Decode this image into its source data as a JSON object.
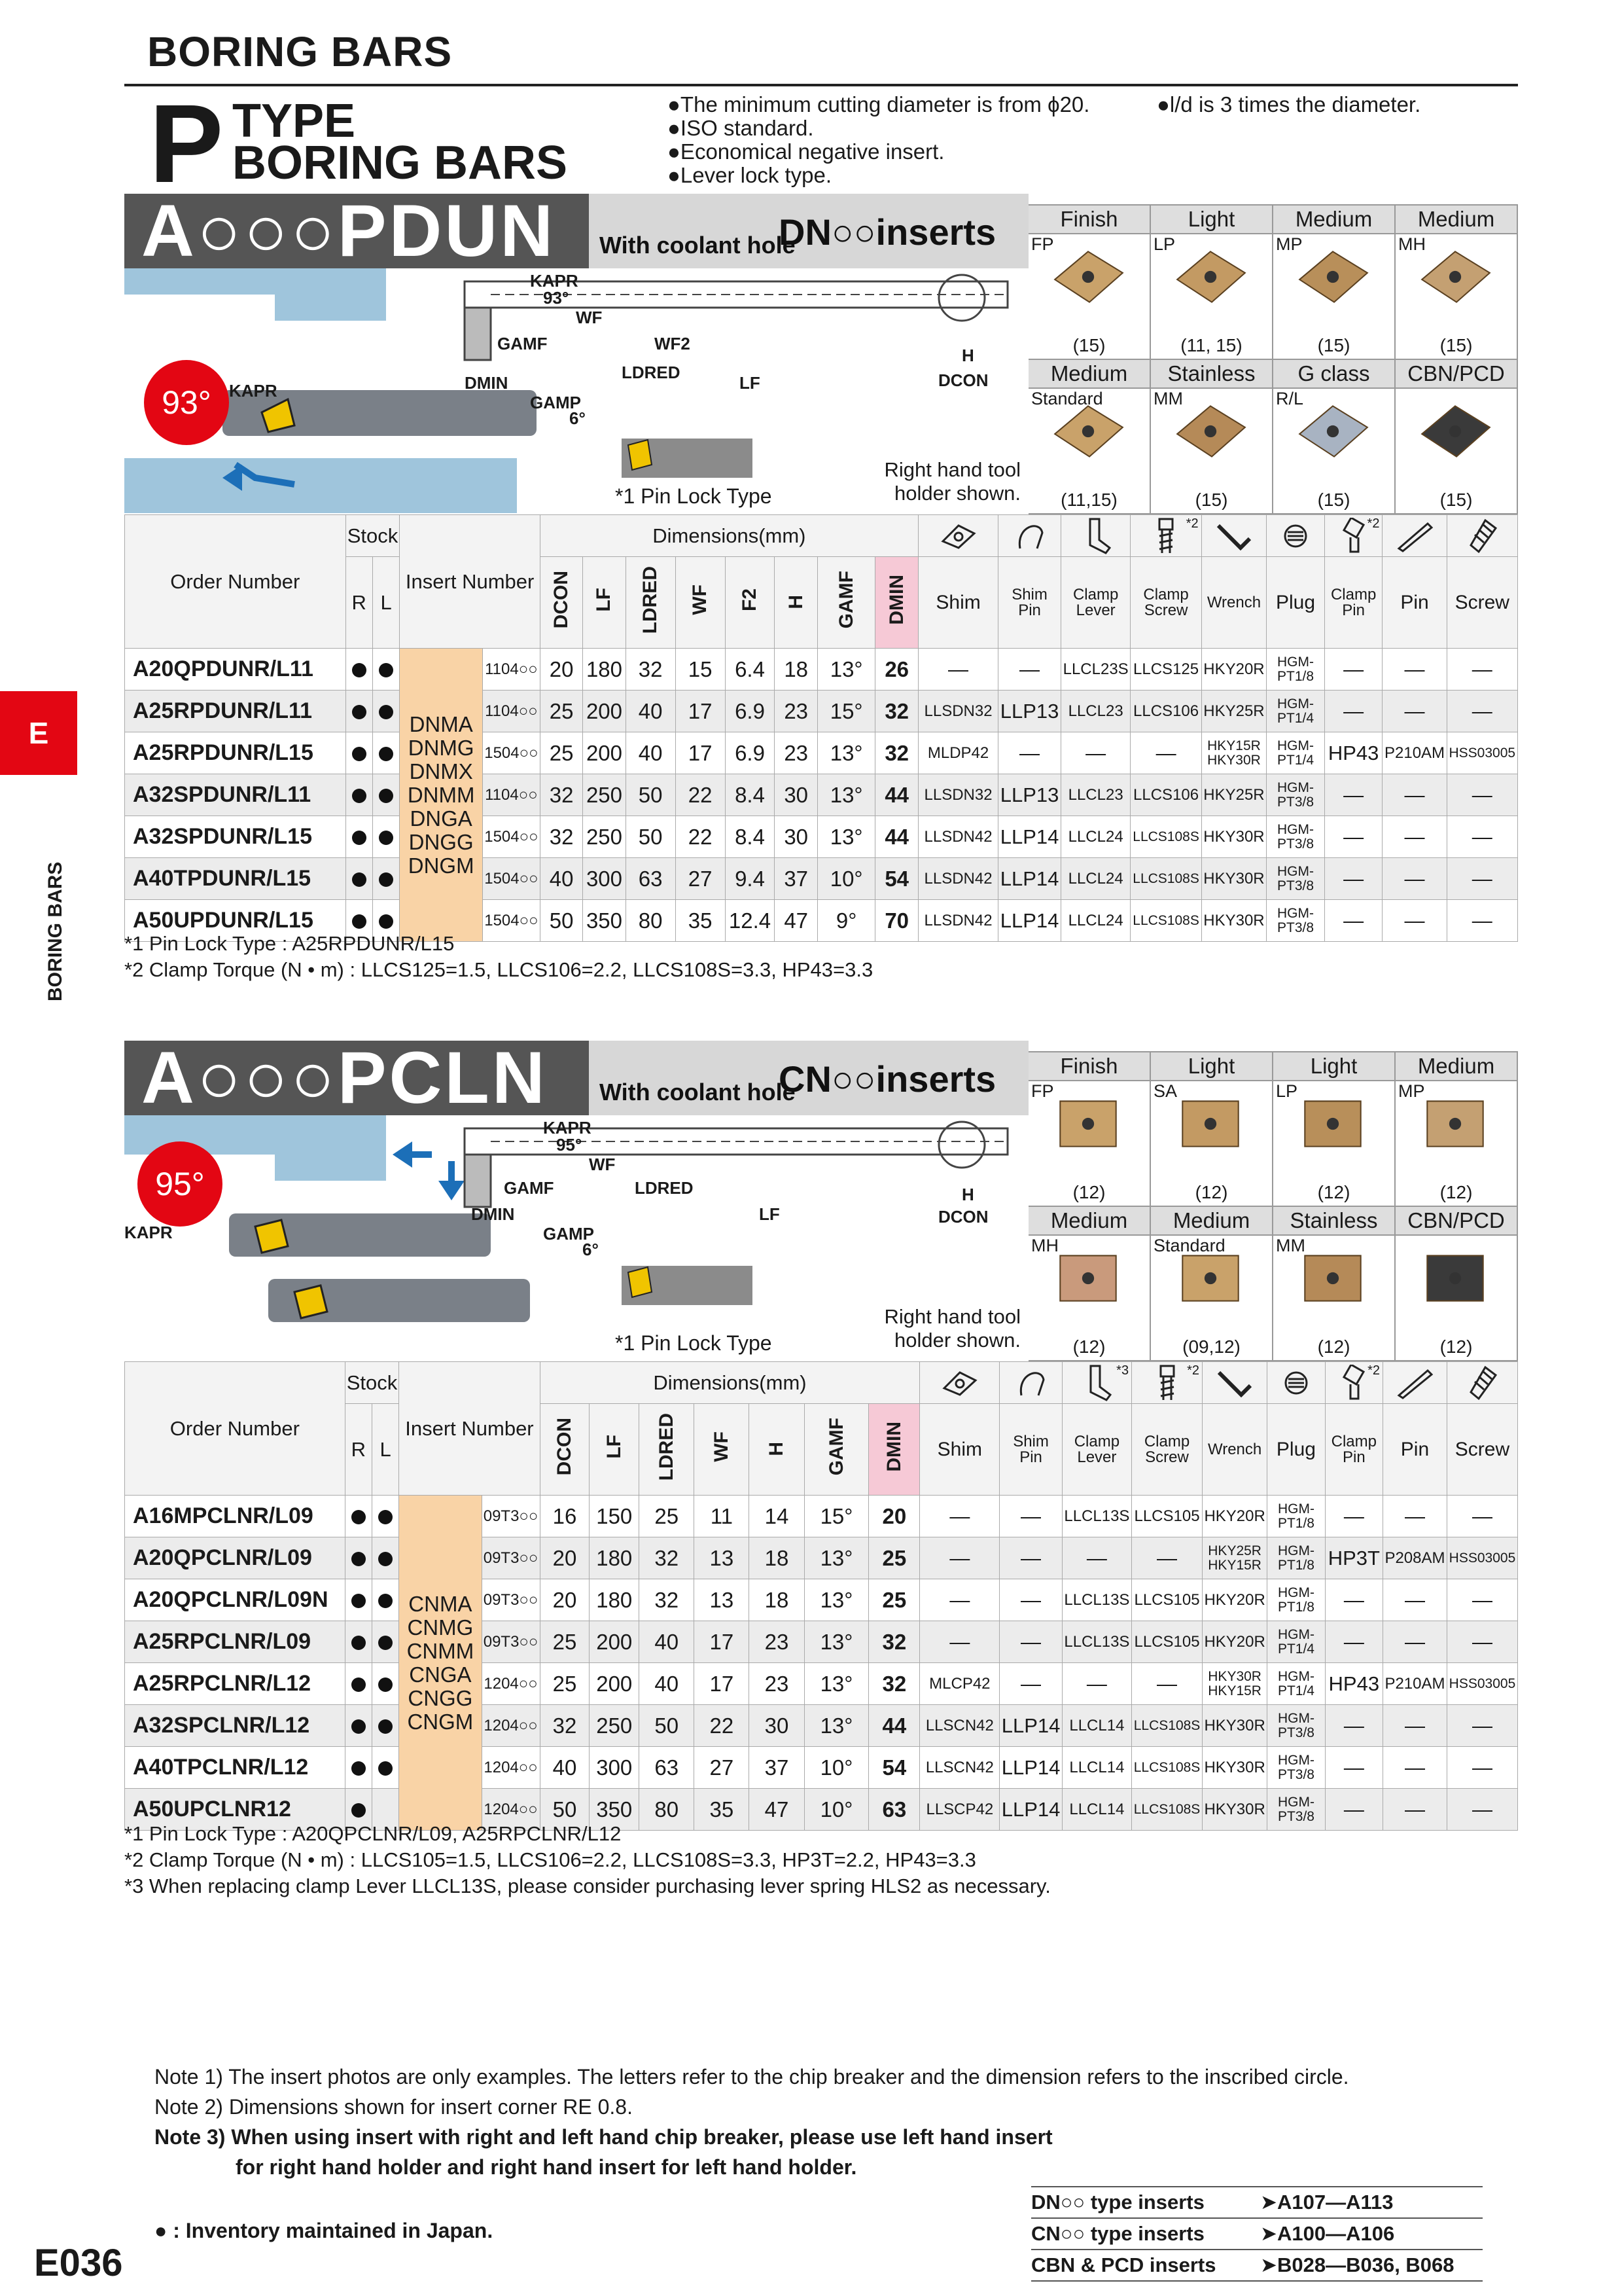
{
  "page": {
    "section_title": "BORING BARS",
    "ptype_letter": "P",
    "ptype_line1": "TYPE",
    "ptype_line2": "BORING BARS",
    "bullets_left": [
      "●The minimum cutting diameter is from ϕ20.",
      "●ISO standard.",
      "●Economical negative insert.",
      "●Lever lock type."
    ],
    "bullet_right": "●l/d is 3 times the diameter.",
    "side_tab": "E",
    "side_label": "BORING BARS",
    "page_number": "E036",
    "legend": "● : Inventory maintained in Japan."
  },
  "pdun": {
    "banner": "A○○○PDUN",
    "coolant": "With coolant hole",
    "inserts_title": "DN○○inserts",
    "angle": "93°",
    "kapr": "KAPR",
    "diagram_labels": {
      "kapr": "KAPR",
      "kapr_val": "93°",
      "wf": "WF",
      "wf2": "WF2",
      "gamf": "GAMF",
      "dmin": "DMIN",
      "ldred": "LDRED",
      "lf": "LF",
      "gamp": "GAMP",
      "gamp_val": "6°",
      "h": "H",
      "dcon": "DCON"
    },
    "pin_lock": "*1 Pin Lock Type",
    "holder_note_1": "Right hand tool",
    "holder_note_2": "holder shown.",
    "categories": [
      {
        "name": "Finish",
        "code": "FP",
        "count": "(15)",
        "color": "#c9a26a"
      },
      {
        "name": "Light",
        "code": "LP",
        "count": "(11, 15)",
        "color": "#c39a63"
      },
      {
        "name": "Medium",
        "code": "MP",
        "count": "(15)",
        "color": "#b88f5a"
      },
      {
        "name": "Medium",
        "code": "MH",
        "count": "(15)",
        "color": "#c4a072"
      },
      {
        "name": "Medium",
        "code": "Standard",
        "count": "(11,15)",
        "color": "#c9a26a"
      },
      {
        "name": "Stainless",
        "code": "MM",
        "count": "(15)",
        "color": "#b58a58"
      },
      {
        "name": "G class",
        "code": "R/L",
        "count": "(15)",
        "color": "#a8b3c2"
      },
      {
        "name": "CBN/PCD",
        "code": "",
        "count": "(15)",
        "color": "#3a3a3a"
      }
    ],
    "headers": {
      "order": "Order Number",
      "stock": "Stock",
      "r": "R",
      "l": "L",
      "insert": "Insert Number",
      "dims": "Dimensions(mm)",
      "dim_cols": [
        "DCON",
        "LF",
        "LDRED",
        "WF",
        "F2",
        "H",
        "GAMF",
        "DMIN"
      ],
      "parts": [
        "Shim",
        "Shim Pin",
        "Clamp Lever",
        "Clamp Screw",
        "Wrench",
        "Plug",
        "Clamp Pin",
        "Pin",
        "Screw"
      ],
      "mark2a": "*2",
      "mark2b": "*2"
    },
    "insert_types": [
      "DNMA",
      "DNMG",
      "DNMX",
      "DNMM",
      "DNGA",
      "DNGG",
      "DNGM"
    ],
    "rows": [
      {
        "order": "A20QPDUNR/L11",
        "r": true,
        "l": true,
        "ins": "1104○○",
        "d": [
          "20",
          "180",
          "32",
          "15",
          "6.4",
          "18",
          "13°",
          "26"
        ],
        "p": [
          "—",
          "—",
          "LLCL23S",
          "LLCS125",
          "HKY20R",
          "HGM-PT1/8",
          "—",
          "—",
          "—"
        ]
      },
      {
        "order": "A25RPDUNR/L11",
        "r": true,
        "l": true,
        "ins": "1104○○",
        "d": [
          "25",
          "200",
          "40",
          "17",
          "6.9",
          "23",
          "15°",
          "32"
        ],
        "p": [
          "LLSDN32",
          "LLP13",
          "LLCL23",
          "LLCS106",
          "HKY25R",
          "HGM-PT1/4",
          "—",
          "—",
          "—"
        ]
      },
      {
        "order": "A25RPDUNR/L15",
        "r": true,
        "l": true,
        "ins": "1504○○",
        "d": [
          "25",
          "200",
          "40",
          "17",
          "6.9",
          "23",
          "13°",
          "32"
        ],
        "p": [
          "MLDP42",
          "—",
          "—",
          "—",
          "HKY15R HKY30R",
          "HGM-PT1/4",
          "HP43",
          "P210AM",
          "HSS03005"
        ]
      },
      {
        "order": "A32SPDUNR/L11",
        "r": true,
        "l": true,
        "ins": "1104○○",
        "d": [
          "32",
          "250",
          "50",
          "22",
          "8.4",
          "30",
          "13°",
          "44"
        ],
        "p": [
          "LLSDN32",
          "LLP13",
          "LLCL23",
          "LLCS106",
          "HKY25R",
          "HGM-PT3/8",
          "—",
          "—",
          "—"
        ]
      },
      {
        "order": "A32SPDUNR/L15",
        "r": true,
        "l": true,
        "ins": "1504○○",
        "d": [
          "32",
          "250",
          "50",
          "22",
          "8.4",
          "30",
          "13°",
          "44"
        ],
        "p": [
          "LLSDN42",
          "LLP14",
          "LLCL24",
          "LLCS108S",
          "HKY30R",
          "HGM-PT3/8",
          "—",
          "—",
          "—"
        ]
      },
      {
        "order": "A40TPDUNR/L15",
        "r": true,
        "l": true,
        "ins": "1504○○",
        "d": [
          "40",
          "300",
          "63",
          "27",
          "9.4",
          "37",
          "10°",
          "54"
        ],
        "p": [
          "LLSDN42",
          "LLP14",
          "LLCL24",
          "LLCS108S",
          "HKY30R",
          "HGM-PT3/8",
          "—",
          "—",
          "—"
        ]
      },
      {
        "order": "A50UPDUNR/L15",
        "r": true,
        "l": true,
        "ins": "1504○○",
        "d": [
          "50",
          "350",
          "80",
          "35",
          "12.4",
          "47",
          "9°",
          "70"
        ],
        "p": [
          "LLSDN42",
          "LLP14",
          "LLCL24",
          "LLCS108S",
          "HKY30R",
          "HGM-PT3/8",
          "—",
          "—",
          "—"
        ]
      }
    ],
    "footnotes": [
      "*1 Pin Lock Type : A25RPDUNR/L15",
      "*2 Clamp Torque (N • m) : LLCS125=1.5, LLCS106=2.2, LLCS108S=3.3, HP43=3.3"
    ]
  },
  "pcln": {
    "banner": "A○○○PCLN",
    "coolant": "With coolant hole",
    "inserts_title": "CN○○inserts",
    "angle": "95°",
    "kapr": "KAPR",
    "diagram_labels": {
      "kapr": "KAPR",
      "kapr_val": "95°",
      "wf": "WF",
      "gamf": "GAMF",
      "dmin": "DMIN",
      "ldred": "LDRED",
      "lf": "LF",
      "gamp": "GAMP",
      "gamp_val": "6°",
      "h": "H",
      "dcon": "DCON"
    },
    "pin_lock": "*1 Pin Lock Type",
    "holder_note_1": "Right hand tool",
    "holder_note_2": "holder shown.",
    "categories": [
      {
        "name": "Finish",
        "code": "FP",
        "count": "(12)",
        "color": "#c9a26a"
      },
      {
        "name": "Light",
        "code": "SA",
        "count": "(12)",
        "color": "#c39a63"
      },
      {
        "name": "Light",
        "code": "LP",
        "count": "(12)",
        "color": "#b88f5a"
      },
      {
        "name": "Medium",
        "code": "MP",
        "count": "(12)",
        "color": "#c4a072"
      },
      {
        "name": "Medium",
        "code": "MH",
        "count": "(12)",
        "color": "#c99a7c"
      },
      {
        "name": "Medium",
        "code": "Standard",
        "count": "(09,12)",
        "color": "#c9a26a"
      },
      {
        "name": "Stainless",
        "code": "MM",
        "count": "(12)",
        "color": "#b58a58"
      },
      {
        "name": "CBN/PCD",
        "code": "",
        "count": "(12)",
        "color": "#3a3a3a"
      }
    ],
    "headers": {
      "order": "Order Number",
      "stock": "Stock",
      "r": "R",
      "l": "L",
      "insert": "Insert Number",
      "dims": "Dimensions(mm)",
      "dim_cols": [
        "DCON",
        "LF",
        "LDRED",
        "WF",
        "H",
        "GAMF",
        "DMIN"
      ],
      "parts": [
        "Shim",
        "Shim Pin",
        "Clamp Lever",
        "Clamp Screw",
        "Wrench",
        "Plug",
        "Clamp Pin",
        "Pin",
        "Screw"
      ],
      "mark3": "*3",
      "mark2a": "*2",
      "mark2b": "*2"
    },
    "insert_types": [
      "CNMA",
      "CNMG",
      "CNMM",
      "CNGA",
      "CNGG",
      "CNGM"
    ],
    "rows": [
      {
        "order": "A16MPCLNR/L09",
        "r": true,
        "l": true,
        "ins": "09T3○○",
        "d": [
          "16",
          "150",
          "25",
          "11",
          "14",
          "15°",
          "20"
        ],
        "p": [
          "—",
          "—",
          "LLCL13S",
          "LLCS105",
          "HKY20R",
          "HGM-PT1/8",
          "—",
          "—",
          "—"
        ]
      },
      {
        "order": "A20QPCLNR/L09",
        "r": true,
        "l": true,
        "ins": "09T3○○",
        "d": [
          "20",
          "180",
          "32",
          "13",
          "18",
          "13°",
          "25"
        ],
        "p": [
          "—",
          "—",
          "—",
          "—",
          "HKY25R HKY15R",
          "HGM-PT1/8",
          "HP3T",
          "P208AM",
          "HSS03005"
        ]
      },
      {
        "order": "A20QPCLNR/L09N",
        "r": true,
        "l": true,
        "ins": "09T3○○",
        "d": [
          "20",
          "180",
          "32",
          "13",
          "18",
          "13°",
          "25"
        ],
        "p": [
          "—",
          "—",
          "LLCL13S",
          "LLCS105",
          "HKY20R",
          "HGM-PT1/8",
          "—",
          "—",
          "—"
        ]
      },
      {
        "order": "A25RPCLNR/L09",
        "r": true,
        "l": true,
        "ins": "09T3○○",
        "d": [
          "25",
          "200",
          "40",
          "17",
          "23",
          "13°",
          "32"
        ],
        "p": [
          "—",
          "—",
          "LLCL13S",
          "LLCS105",
          "HKY20R",
          "HGM-PT1/4",
          "—",
          "—",
          "—"
        ]
      },
      {
        "order": "A25RPCLNR/L12",
        "r": true,
        "l": true,
        "ins": "1204○○",
        "d": [
          "25",
          "200",
          "40",
          "17",
          "23",
          "13°",
          "32"
        ],
        "p": [
          "MLCP42",
          "—",
          "—",
          "—",
          "HKY30R HKY15R",
          "HGM-PT1/4",
          "HP43",
          "P210AM",
          "HSS03005"
        ]
      },
      {
        "order": "A32SPCLNR/L12",
        "r": true,
        "l": true,
        "ins": "1204○○",
        "d": [
          "32",
          "250",
          "50",
          "22",
          "30",
          "13°",
          "44"
        ],
        "p": [
          "LLSCN42",
          "LLP14",
          "LLCL14",
          "LLCS108S",
          "HKY30R",
          "HGM-PT3/8",
          "—",
          "—",
          "—"
        ]
      },
      {
        "order": "A40TPCLNR/L12",
        "r": true,
        "l": true,
        "ins": "1204○○",
        "d": [
          "40",
          "300",
          "63",
          "27",
          "37",
          "10°",
          "54"
        ],
        "p": [
          "LLSCN42",
          "LLP14",
          "LLCL14",
          "LLCS108S",
          "HKY30R",
          "HGM-PT3/8",
          "—",
          "—",
          "—"
        ]
      },
      {
        "order": "A50UPCLNR12",
        "r": true,
        "l": false,
        "ins": "1204○○",
        "d": [
          "50",
          "350",
          "80",
          "35",
          "47",
          "10°",
          "63"
        ],
        "p": [
          "LLSCP42",
          "LLP14",
          "LLCL14",
          "LLCS108S",
          "HKY30R",
          "HGM-PT3/8",
          "—",
          "—",
          "—"
        ]
      }
    ],
    "footnotes": [
      "*1 Pin Lock Type : A20QPCLNR/L09, A25RPCLNR/L12",
      "*2 Clamp Torque (N • m) : LLCS105=1.5, LLCS106=2.2, LLCS108S=3.3, HP3T=2.2, HP43=3.3",
      "*3 When replacing clamp Lever LLCL13S, please consider purchasing lever spring HLS2 as necessary."
    ]
  },
  "notes": [
    "Note 1) The insert photos are only examples. The letters refer to the chip breaker and the dimension refers to the inscribed circle.",
    "Note 2) Dimensions shown for insert corner RE 0.8.",
    "Note 3) When using insert with right and left hand chip breaker, please use left hand insert",
    "for right hand holder and right hand insert for left hand holder."
  ],
  "refs": [
    {
      "label": "DN○○ type inserts",
      "page": "➤A107—A113"
    },
    {
      "label": "CN○○ type inserts",
      "page": "➤A100—A106"
    },
    {
      "label": "CBN & PCD inserts",
      "page": "➤B028—B036, B068"
    }
  ]
}
